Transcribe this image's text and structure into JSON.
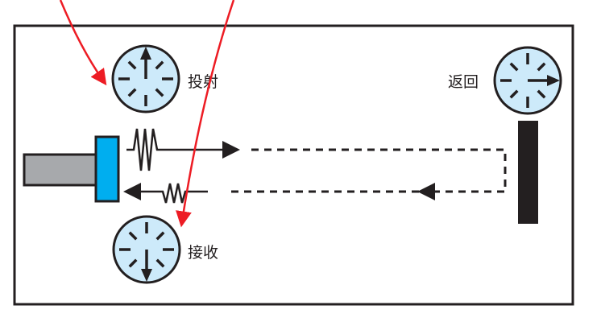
{
  "labels": {
    "emit": "投射",
    "return": "返回",
    "receive": "接收"
  },
  "colors": {
    "dial_fill": "#cdeafa",
    "stroke": "#231f20",
    "transducer": "#00aeef",
    "housing": "#a7a9ac",
    "pointer": "#ed1c24",
    "reflector": "#231f20"
  }
}
